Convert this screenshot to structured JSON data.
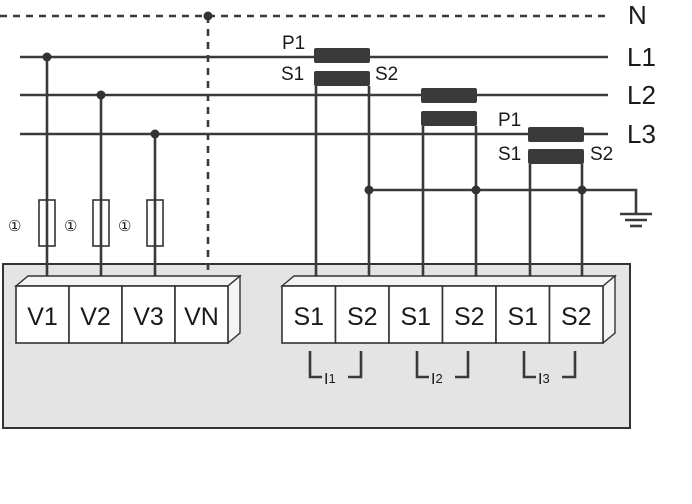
{
  "conductors": {
    "neutral": "N",
    "l1": "L1",
    "l2": "L2",
    "l3": "L3"
  },
  "fuse_marker": "①",
  "ct": {
    "primary_1": "P1",
    "secondary_1_l1": "S1",
    "secondary_2_l1": "S2",
    "primary_3": "P1",
    "secondary_1_l3": "S1",
    "secondary_2_l3": "S2"
  },
  "voltage_terminals": [
    "V1",
    "V2",
    "V3",
    "VN"
  ],
  "current_terminals": [
    "S1",
    "S2",
    "S1",
    "S2",
    "S1",
    "S2"
  ],
  "current_groups": [
    {
      "main": "I",
      "sub": "1"
    },
    {
      "main": "I",
      "sub": "2"
    },
    {
      "main": "I",
      "sub": "3"
    }
  ],
  "colors": {
    "wire": "#3a3a3a",
    "device_panel": "#e4e4e4",
    "terminal": "#ffffff"
  }
}
